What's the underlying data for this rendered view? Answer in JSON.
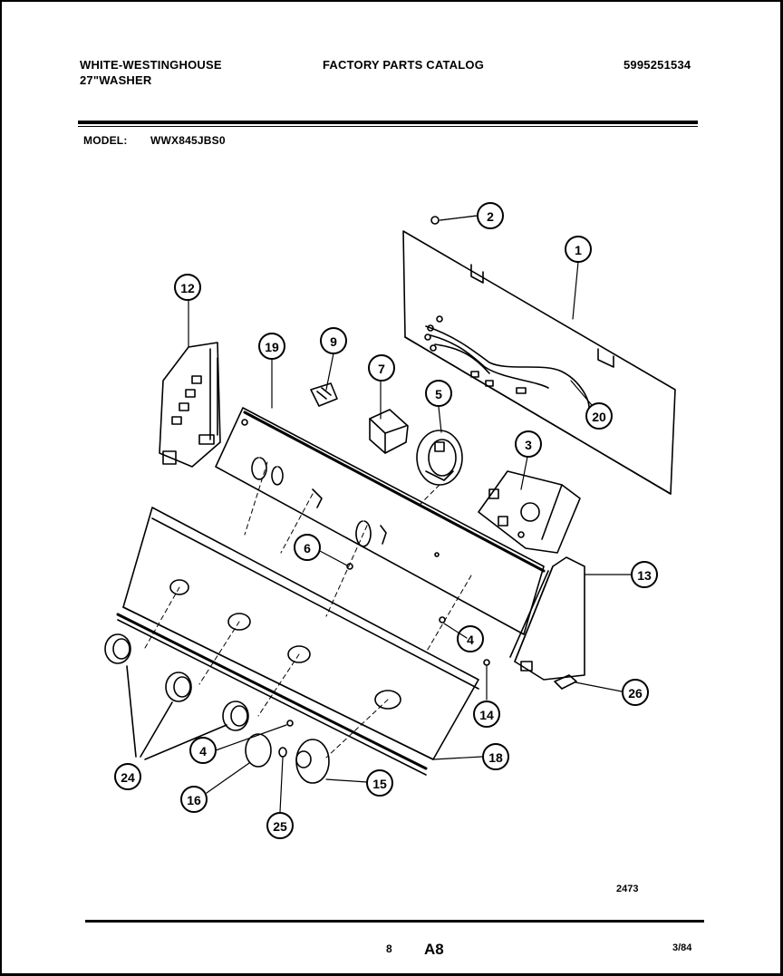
{
  "header": {
    "brand": "WHITE-WESTINGHOUSE",
    "subtitle": "27\"WASHER",
    "catalog_title": "FACTORY PARTS CATALOG",
    "part_number": "5995251534",
    "model_label": "MODEL:",
    "model_value": "WWX845JBS0"
  },
  "footer": {
    "ref_code": "2473",
    "page_number": "8",
    "section": "A8",
    "date": "3/84"
  },
  "callouts": [
    "1",
    "2",
    "3",
    "4",
    "4",
    "5",
    "6",
    "7",
    "9",
    "12",
    "13",
    "14",
    "15",
    "16",
    "18",
    "19",
    "20",
    "24",
    "25",
    "26"
  ],
  "colors": {
    "ink": "#000000",
    "paper": "#ffffff"
  }
}
